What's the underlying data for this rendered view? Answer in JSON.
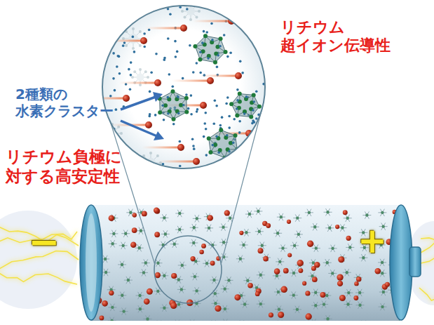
{
  "diagram": {
    "labels": [
      "リチウム 超イオン伝導性",
      "2種類の 水素クラスター",
      "リチウム負極に 対する高安定性",
      "−",
      "+"
    ]
  }
}
